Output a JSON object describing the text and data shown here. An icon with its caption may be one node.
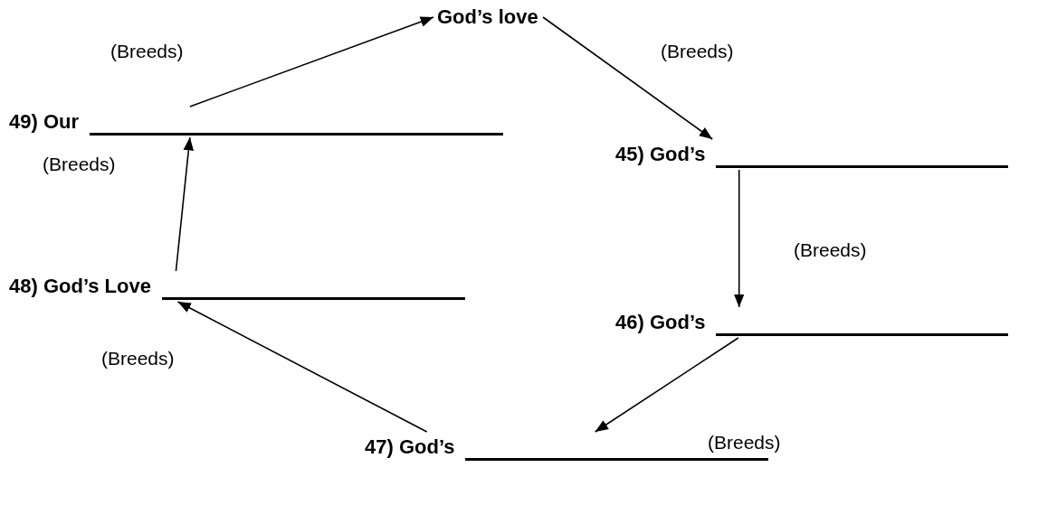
{
  "diagram": {
    "nodes": [
      {
        "text": [
          "God’s love"
        ]
      },
      {
        "text": [
          "45) God’s"
        ]
      },
      {
        "text": [
          "46) God’s"
        ]
      },
      {
        "text": [
          "47) God’s"
        ]
      },
      {
        "text": [
          "48) God’s Love"
        ]
      },
      {
        "text": [
          "49) Our"
        ]
      }
    ],
    "edges": [
      {
        "from": 5,
        "to": 0,
        "arrow": "to",
        "label": "(Breeds)"
      },
      {
        "from": 0,
        "to": 1,
        "arrow": "to",
        "label": "(Breeds)"
      },
      {
        "from": 1,
        "to": 2,
        "arrow": "to",
        "label": "(Breeds)"
      },
      {
        "from": 2,
        "to": 3,
        "arrow": "to",
        "label": "(Breeds)"
      },
      {
        "from": 3,
        "to": 4,
        "arrow": "to",
        "label": "(Breeds)"
      },
      {
        "from": 4,
        "to": 5,
        "arrow": "to",
        "label": "(Breeds)"
      }
    ]
  }
}
